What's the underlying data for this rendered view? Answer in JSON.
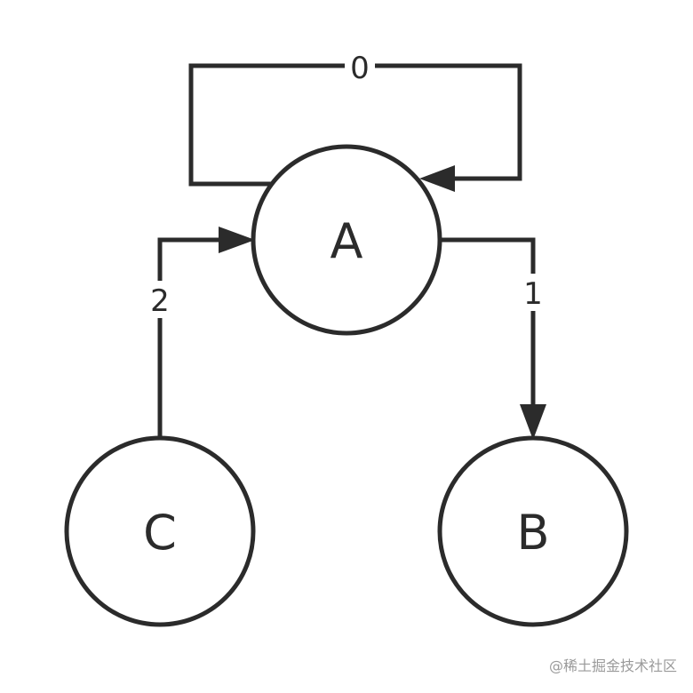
{
  "colors": {
    "stroke": "#2b2b2b",
    "background": "#ffffff",
    "watermark": "#9a9a9a"
  },
  "nodes": {
    "a": {
      "label": "A"
    },
    "b": {
      "label": "B"
    },
    "c": {
      "label": "C"
    }
  },
  "edges": {
    "a_to_a": {
      "label": "0"
    },
    "a_to_b": {
      "label": "1"
    },
    "c_to_a": {
      "label": "2"
    }
  },
  "watermark": "@稀土掘金技术社区"
}
